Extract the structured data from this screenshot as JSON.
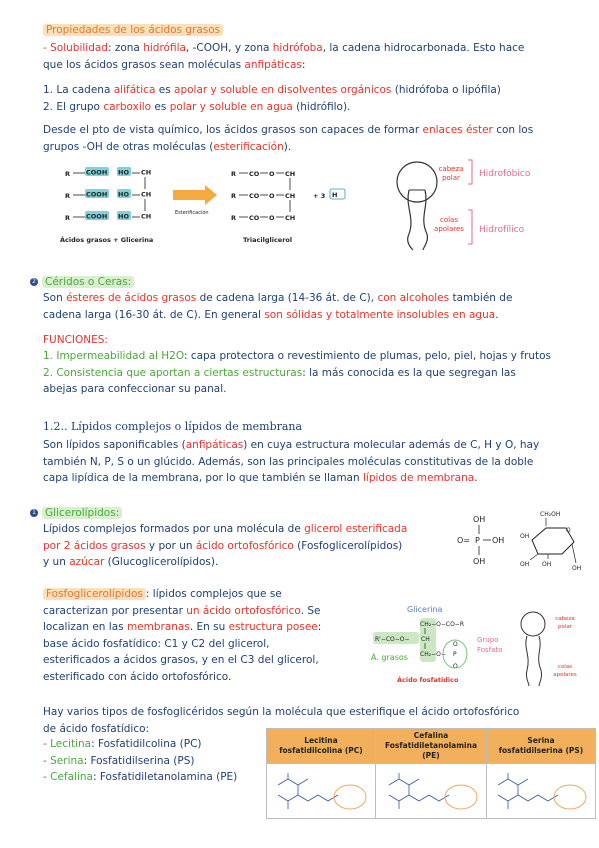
{
  "s1": {
    "title": "Propiedades de los ácidos grasos",
    "sol_a": "- Solubilidad",
    "sol_b": ": zona ",
    "sol_c": "hidrófila",
    "sol_d": ", -COOH, y zona ",
    "sol_e": "hidrófoba",
    "sol_f": ", la cadena hidrocarbonada. Esto hace",
    "sol2_a": "que los ácidos  grasos sean moléculas ",
    "sol2_b": "anfipáticas",
    "sol2_c": ":",
    "l1_a": "1. La cadena ",
    "l1_b": "alifática",
    "l1_c": " es ",
    "l1_d": "apolar y soluble en disolventes orgánicos",
    "l1_e": " (hidrófoba o lipófila)",
    "l2_a": "2. El grupo ",
    "l2_b": "carboxilo",
    "l2_c": " es ",
    "l2_d": "polar y soluble en agua",
    "l2_e": " (hidrófilo).",
    "p1_a": "Desde el pto de vista químico, los ácidos grasos son capaces de formar ",
    "p1_b": "enlaces éster",
    "p1_c": " con los",
    "p2_a": "grupos -OH de otras moléculas (",
    "p2_b": "esterificación",
    "p2_c": ").",
    "rx": {
      "r1": "R",
      "cooh": "COOH",
      "ho": "HO",
      "ch2": "CH",
      "ch": "CH",
      "arrow_label": "Esterificación",
      "co": "CO",
      "o": "O",
      "plus3": "+ 3",
      "h2o": "H",
      "left_caption": "Ácidos grasos + Glicerina",
      "right_caption": "Triacilglicerol"
    },
    "fig": {
      "cabeza": "cabeza",
      "polar": "polar",
      "hidrofobico": "Hidrofóbico",
      "colas": "colas",
      "apolares": "apolares",
      "hidrofilico": "Hidrofílico"
    }
  },
  "s2": {
    "num": "2",
    "title": "Céridos o Ceras:",
    "p1_a": "Son ",
    "p1_b": "ésteres de ácidos grasos",
    "p1_c": " de cadena larga (14-36 át. de C), ",
    "p1_d": "con alcoholes",
    "p1_e": " también de",
    "p2_a": "cadena larga (16-30 át. de C). En general ",
    "p2_b": "son sólidas y totalmente insolubles en agua",
    "p2_c": ".",
    "fun": "FUNCIONES:",
    "f1_a": "1. Impermeabilidad al H2O",
    "f1_b": ": capa protectora o revestimiento de plumas, pelo, piel, hojas y frutos",
    "f2_a": "2. Consistencia que aportan a ciertas estructuras",
    "f2_b": ": la más conocida es la que segregan las",
    "f2_c": "abejas para confeccionar su panal."
  },
  "s3": {
    "heading": "1.2.. Lípidos complejos o lípidos de membrana",
    "p1": "Son lípidos saponificables (",
    "p1_b": "anfipáticas",
    "p1_c": ") en cuya estructura molecular además de C, H y O, hay",
    "p2": "también N, P, S o un glúcido. Además, son las principales moléculas constitutivas de la doble",
    "p3_a": "capa lipídica de la membrana, por lo que también se llaman ",
    "p3_b": "lípidos de membrana",
    "p3_c": "."
  },
  "s4": {
    "num": "1",
    "title": "Glicerolípidos:",
    "p1_a": "Lípidos complejos formados por una molécula de ",
    "p1_b": "glicerol esterificada",
    "p2_a": "por 2 ácidos grasos",
    "p2_b": " y por un ",
    "p2_c": "ácido ortofosfórico",
    "p2_d": " (Fosfoglicerolípidos)",
    "p3_a": "y un ",
    "p3_b": "azúcar",
    "p3_c": " (Glucoglicerolípidos).",
    "phos": {
      "oh": "OH",
      "o": "O=",
      "p": "P",
      "oh2": "OH",
      "oh3": "OH"
    },
    "sugar": {
      "ch2oh": "CH₂OH",
      "oh1": "OH",
      "oh2": "OH",
      "oh3": "OH",
      "oh4": "OH",
      "o": "O"
    }
  },
  "s5": {
    "title": "Fosfoglicerolípidos",
    "p1": ": lípidos complejos que se",
    "p2_a": "caracterizan por presentar ",
    "p2_b": "un ácido ortofosfórico",
    "p2_c": ". Se",
    "p3_a": "localizan en las ",
    "p3_b": "membranas",
    "p3_c": ". En su ",
    "p3_d": "estructura posee",
    "p3_e": ":",
    "p4": "base ácido fosfatídico: C1 y C2 del glicerol,",
    "p5": "esterificados a ácidos grasos, y en el C3 del glicerol,",
    "p6": "esterificado con ácido ortofosfórico.",
    "fig": {
      "glicerina": "Glicerina",
      "r": "R'−CO−O−",
      "ch2": "CH₂−O−CO−R",
      "ch": "CH",
      "ch2b": "CH₂−O−",
      "p": "P",
      "o": "O",
      "acidos": "Á. grasos",
      "grupo": "Grupo",
      "fosfato": "Fosfato",
      "caption": "Ácido fosfatídico",
      "cabeza": "cabeza",
      "polar": "polar",
      "colas": "colas",
      "apolares": "apolares"
    }
  },
  "s6": {
    "p1": "Hay varios tipos de fosfoglicéridos según la molécula que esterifique el ácido ortofosfórico",
    "p2": "de ácido fosfatídico:",
    "items": [
      {
        "name": "Lecitina",
        "rest": ": Fosfatidilcolina (PC)"
      },
      {
        "name": "Serina",
        "rest": ": Fosfatidilserina (PS)"
      },
      {
        "name": "Cefalina",
        "rest": ": Fosfatidiletanolamina (PE)"
      }
    ],
    "table_headers": [
      {
        "l1": "Lecitina",
        "l2": "fosfatidilcolina (PC)"
      },
      {
        "l1": "Cefalina",
        "l2": "Fosfatidiletanolamina (PE)"
      },
      {
        "l1": "Serina",
        "l2": "fosfatidilserina (PS)"
      }
    ]
  },
  "colors": {
    "blue": "#1f3f73",
    "red": "#e8322d",
    "green": "#4aa83a",
    "orange": "#e0783a",
    "header": "#f2b05c"
  }
}
